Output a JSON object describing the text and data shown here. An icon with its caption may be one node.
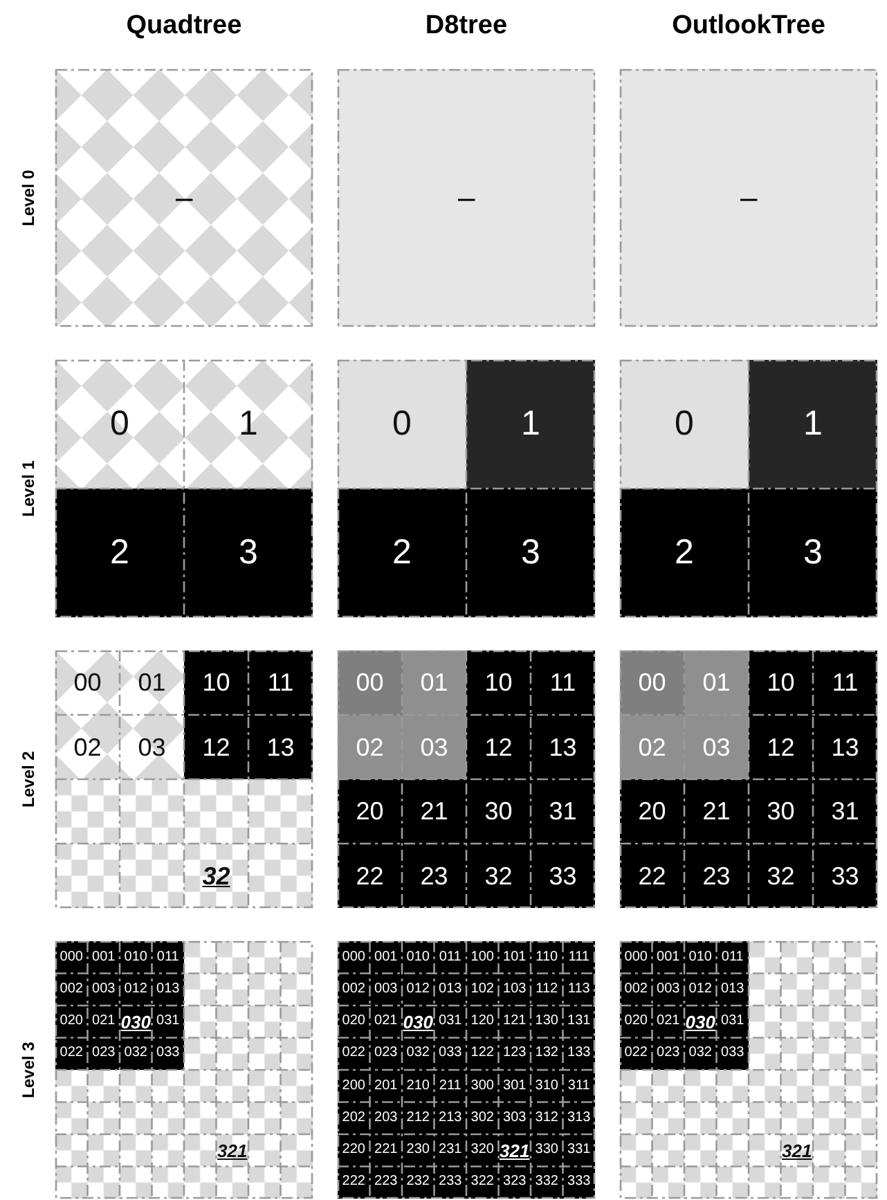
{
  "diagram": {
    "nodes": [
      {
        "text": [
          "–"
        ]
      },
      {
        "text": [
          "–"
        ]
      },
      {
        "text": [
          "–"
        ]
      },
      {
        "text": [],
        "shape": "box"
      },
      {
        "text": [
          "0"
        ],
        "in": 3
      },
      {
        "text": [
          "1"
        ],
        "in": 3
      },
      {
        "text": [
          "2"
        ],
        "in": 3
      },
      {
        "text": [
          "3"
        ],
        "in": 3
      },
      {
        "text": [],
        "shape": "box"
      },
      {
        "text": [
          "0"
        ],
        "in": 8
      },
      {
        "text": [
          "1"
        ],
        "in": 8
      },
      {
        "text": [
          "2"
        ],
        "in": 8
      },
      {
        "text": [
          "3"
        ],
        "in": 8
      },
      {
        "text": [],
        "shape": "box"
      },
      {
        "text": [
          "0"
        ],
        "in": 13
      },
      {
        "text": [
          "1"
        ],
        "in": 13
      },
      {
        "text": [
          "2"
        ],
        "in": 13
      },
      {
        "text": [
          "3"
        ],
        "in": 13
      },
      {
        "text": [],
        "shape": "box"
      },
      {
        "text": [
          "00"
        ],
        "in": 18
      },
      {
        "text": [
          "01"
        ],
        "in": 18
      },
      {
        "text": [
          "10"
        ],
        "in": 18
      },
      {
        "text": [
          "11"
        ],
        "in": 18
      },
      {
        "text": [
          "02"
        ],
        "in": 18
      },
      {
        "text": [
          "03"
        ],
        "in": 18
      },
      {
        "text": [
          "12"
        ],
        "in": 18
      },
      {
        "text": [
          "13"
        ],
        "in": 18
      },
      {
        "text": [
          "32"
        ],
        "in": 18
      },
      {
        "text": [],
        "shape": "box"
      },
      {
        "text": [
          "00"
        ],
        "in": 28
      },
      {
        "text": [
          "01"
        ],
        "in": 28
      },
      {
        "text": [
          "10"
        ],
        "in": 28
      },
      {
        "text": [
          "11"
        ],
        "in": 28
      },
      {
        "text": [
          "02"
        ],
        "in": 28
      },
      {
        "text": [
          "03"
        ],
        "in": 28
      },
      {
        "text": [
          "12"
        ],
        "in": 28
      },
      {
        "text": [
          "13"
        ],
        "in": 28
      },
      {
        "text": [
          "20"
        ],
        "in": 28
      },
      {
        "text": [
          "21"
        ],
        "in": 28
      },
      {
        "text": [
          "30"
        ],
        "in": 28
      },
      {
        "text": [
          "31"
        ],
        "in": 28
      },
      {
        "text": [
          "22"
        ],
        "in": 28
      },
      {
        "text": [
          "23"
        ],
        "in": 28
      },
      {
        "text": [
          "32"
        ],
        "in": 28
      },
      {
        "text": [
          "33"
        ],
        "in": 28
      },
      {
        "text": [],
        "shape": "box"
      },
      {
        "text": [
          "00"
        ],
        "in": 45
      },
      {
        "text": [
          "01"
        ],
        "in": 45
      },
      {
        "text": [
          "10"
        ],
        "in": 45
      },
      {
        "text": [
          "11"
        ],
        "in": 45
      },
      {
        "text": [
          "02"
        ],
        "in": 45
      },
      {
        "text": [
          "03"
        ],
        "in": 45
      },
      {
        "text": [
          "12"
        ],
        "in": 45
      },
      {
        "text": [
          "13"
        ],
        "in": 45
      },
      {
        "text": [
          "20"
        ],
        "in": 45
      },
      {
        "text": [
          "21"
        ],
        "in": 45
      },
      {
        "text": [
          "30"
        ],
        "in": 45
      },
      {
        "text": [
          "31"
        ],
        "in": 45
      },
      {
        "text": [
          "22"
        ],
        "in": 45
      },
      {
        "text": [
          "23"
        ],
        "in": 45
      },
      {
        "text": [
          "32"
        ],
        "in": 45
      },
      {
        "text": [
          "33"
        ],
        "in": 45
      },
      {
        "text": [],
        "shape": "box"
      },
      {
        "text": [
          "000"
        ],
        "in": 62
      },
      {
        "text": [
          "001"
        ],
        "in": 62
      },
      {
        "text": [
          "010"
        ],
        "in": 62
      },
      {
        "text": [
          "011"
        ],
        "in": 62
      },
      {
        "text": [
          "002"
        ],
        "in": 62
      },
      {
        "text": [
          "003"
        ],
        "in": 62
      },
      {
        "text": [
          "012"
        ],
        "in": 62
      },
      {
        "text": [
          "013"
        ],
        "in": 62
      },
      {
        "text": [
          "020"
        ],
        "in": 62
      },
      {
        "text": [
          "021"
        ],
        "in": 62
      },
      {
        "text": [
          "030"
        ],
        "in": 62
      },
      {
        "text": [
          "031"
        ],
        "in": 62
      },
      {
        "text": [
          "022"
        ],
        "in": 62
      },
      {
        "text": [
          "023"
        ],
        "in": 62
      },
      {
        "text": [
          "032"
        ],
        "in": 62
      },
      {
        "text": [
          "033"
        ],
        "in": 62
      },
      {
        "text": [
          "321"
        ],
        "in": 62
      },
      {
        "text": [],
        "shape": "box"
      },
      {
        "text": [
          "000"
        ],
        "in": 80
      },
      {
        "text": [
          "001"
        ],
        "in": 80
      },
      {
        "text": [
          "010"
        ],
        "in": 80
      },
      {
        "text": [
          "011"
        ],
        "in": 80
      },
      {
        "text": [
          "100"
        ],
        "in": 80
      },
      {
        "text": [
          "101"
        ],
        "in": 80
      },
      {
        "text": [
          "110"
        ],
        "in": 80
      },
      {
        "text": [
          "111"
        ],
        "in": 80
      },
      {
        "text": [
          "002"
        ],
        "in": 80
      },
      {
        "text": [
          "003"
        ],
        "in": 80
      },
      {
        "text": [
          "012"
        ],
        "in": 80
      },
      {
        "text": [
          "013"
        ],
        "in": 80
      },
      {
        "text": [
          "102"
        ],
        "in": 80
      },
      {
        "text": [
          "103"
        ],
        "in": 80
      },
      {
        "text": [
          "112"
        ],
        "in": 80
      },
      {
        "text": [
          "113"
        ],
        "in": 80
      },
      {
        "text": [
          "020"
        ],
        "in": 80
      },
      {
        "text": [
          "021"
        ],
        "in": 80
      },
      {
        "text": [
          "030"
        ],
        "in": 80
      },
      {
        "text": [
          "031"
        ],
        "in": 80
      },
      {
        "text": [
          "120"
        ],
        "in": 80
      },
      {
        "text": [
          "121"
        ],
        "in": 80
      },
      {
        "text": [
          "130"
        ],
        "in": 80
      },
      {
        "text": [
          "131"
        ],
        "in": 80
      },
      {
        "text": [
          "022"
        ],
        "in": 80
      },
      {
        "text": [
          "023"
        ],
        "in": 80
      },
      {
        "text": [
          "032"
        ],
        "in": 80
      },
      {
        "text": [
          "033"
        ],
        "in": 80
      },
      {
        "text": [
          "122"
        ],
        "in": 80
      },
      {
        "text": [
          "123"
        ],
        "in": 80
      },
      {
        "text": [
          "132"
        ],
        "in": 80
      },
      {
        "text": [
          "133"
        ],
        "in": 80
      },
      {
        "text": [
          "200"
        ],
        "in": 80
      },
      {
        "text": [
          "201"
        ],
        "in": 80
      },
      {
        "text": [
          "210"
        ],
        "in": 80
      },
      {
        "text": [
          "211"
        ],
        "in": 80
      },
      {
        "text": [
          "300"
        ],
        "in": 80
      },
      {
        "text": [
          "301"
        ],
        "in": 80
      },
      {
        "text": [
          "310"
        ],
        "in": 80
      },
      {
        "text": [
          "311"
        ],
        "in": 80
      },
      {
        "text": [
          "202"
        ],
        "in": 80
      },
      {
        "text": [
          "203"
        ],
        "in": 80
      },
      {
        "text": [
          "212"
        ],
        "in": 80
      },
      {
        "text": [
          "213"
        ],
        "in": 80
      },
      {
        "text": [
          "302"
        ],
        "in": 80
      },
      {
        "text": [
          "303"
        ],
        "in": 80
      },
      {
        "text": [
          "312"
        ],
        "in": 80
      },
      {
        "text": [
          "313"
        ],
        "in": 80
      },
      {
        "text": [
          "220"
        ],
        "in": 80
      },
      {
        "text": [
          "221"
        ],
        "in": 80
      },
      {
        "text": [
          "230"
        ],
        "in": 80
      },
      {
        "text": [
          "231"
        ],
        "in": 80
      },
      {
        "text": [
          "320"
        ],
        "in": 80
      },
      {
        "text": [
          "321"
        ],
        "in": 80
      },
      {
        "text": [
          "330"
        ],
        "in": 80
      },
      {
        "text": [
          "331"
        ],
        "in": 80
      },
      {
        "text": [
          "222"
        ],
        "in": 80
      },
      {
        "text": [
          "223"
        ],
        "in": 80
      },
      {
        "text": [
          "232"
        ],
        "in": 80
      },
      {
        "text": [
          "233"
        ],
        "in": 80
      },
      {
        "text": [
          "322"
        ],
        "in": 80
      },
      {
        "text": [
          "323"
        ],
        "in": 80
      },
      {
        "text": [
          "332"
        ],
        "in": 80
      },
      {
        "text": [
          "333"
        ],
        "in": 80
      },
      {
        "text": [],
        "shape": "box"
      },
      {
        "text": [
          "000"
        ],
        "in": 145
      },
      {
        "text": [
          "001"
        ],
        "in": 145
      },
      {
        "text": [
          "010"
        ],
        "in": 145
      },
      {
        "text": [
          "011"
        ],
        "in": 145
      },
      {
        "text": [
          "002"
        ],
        "in": 145
      },
      {
        "text": [
          "003"
        ],
        "in": 145
      },
      {
        "text": [
          "012"
        ],
        "in": 145
      },
      {
        "text": [
          "013"
        ],
        "in": 145
      },
      {
        "text": [
          "020"
        ],
        "in": 145
      },
      {
        "text": [
          "021"
        ],
        "in": 145
      },
      {
        "text": [
          "030"
        ],
        "in": 145
      },
      {
        "text": [
          "031"
        ],
        "in": 145
      },
      {
        "text": [
          "022"
        ],
        "in": 145
      },
      {
        "text": [
          "023"
        ],
        "in": 145
      },
      {
        "text": [
          "032"
        ],
        "in": 145
      },
      {
        "text": [
          "033"
        ],
        "in": 145
      },
      {
        "text": [
          "321"
        ],
        "in": 145
      }
    ],
    "labels": [
      "Quadtree",
      "D8tree",
      "OutlookTree",
      "Level 0",
      "Level 1",
      "Level 2",
      "Level 3"
    ]
  }
}
